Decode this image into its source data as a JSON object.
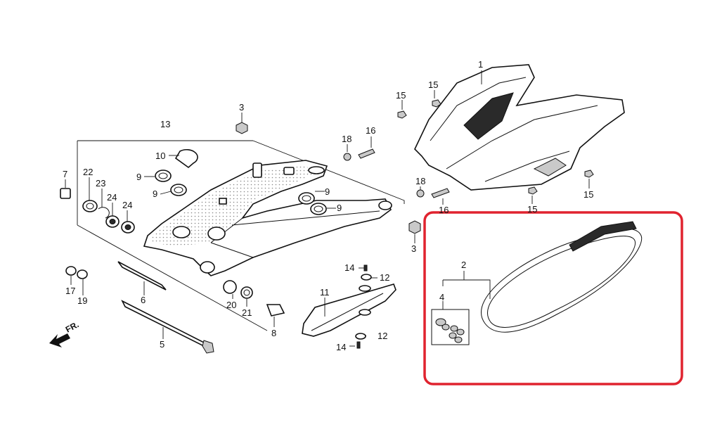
{
  "labels": {
    "p1": "1",
    "p2": "2",
    "p3a": "3",
    "p3b": "3",
    "p4": "4",
    "p5": "5",
    "p6": "6",
    "p7": "7",
    "p8": "8",
    "p9a": "9",
    "p9b": "9",
    "p9c": "9",
    "p9d": "9",
    "p10": "10",
    "p11": "11",
    "p12a": "12",
    "p12b": "12",
    "p13": "13",
    "p14a": "14",
    "p14b": "14",
    "p15a": "15",
    "p15b": "15",
    "p15c": "15",
    "p15d": "15",
    "p16a": "16",
    "p16b": "16",
    "p17": "17",
    "p18a": "18",
    "p18b": "18",
    "p19": "19",
    "p20": "20",
    "p21": "21",
    "p22": "22",
    "p23": "23",
    "p24a": "24",
    "p24b": "24"
  },
  "direction": "FR.",
  "highlight_color": "#e0232f"
}
